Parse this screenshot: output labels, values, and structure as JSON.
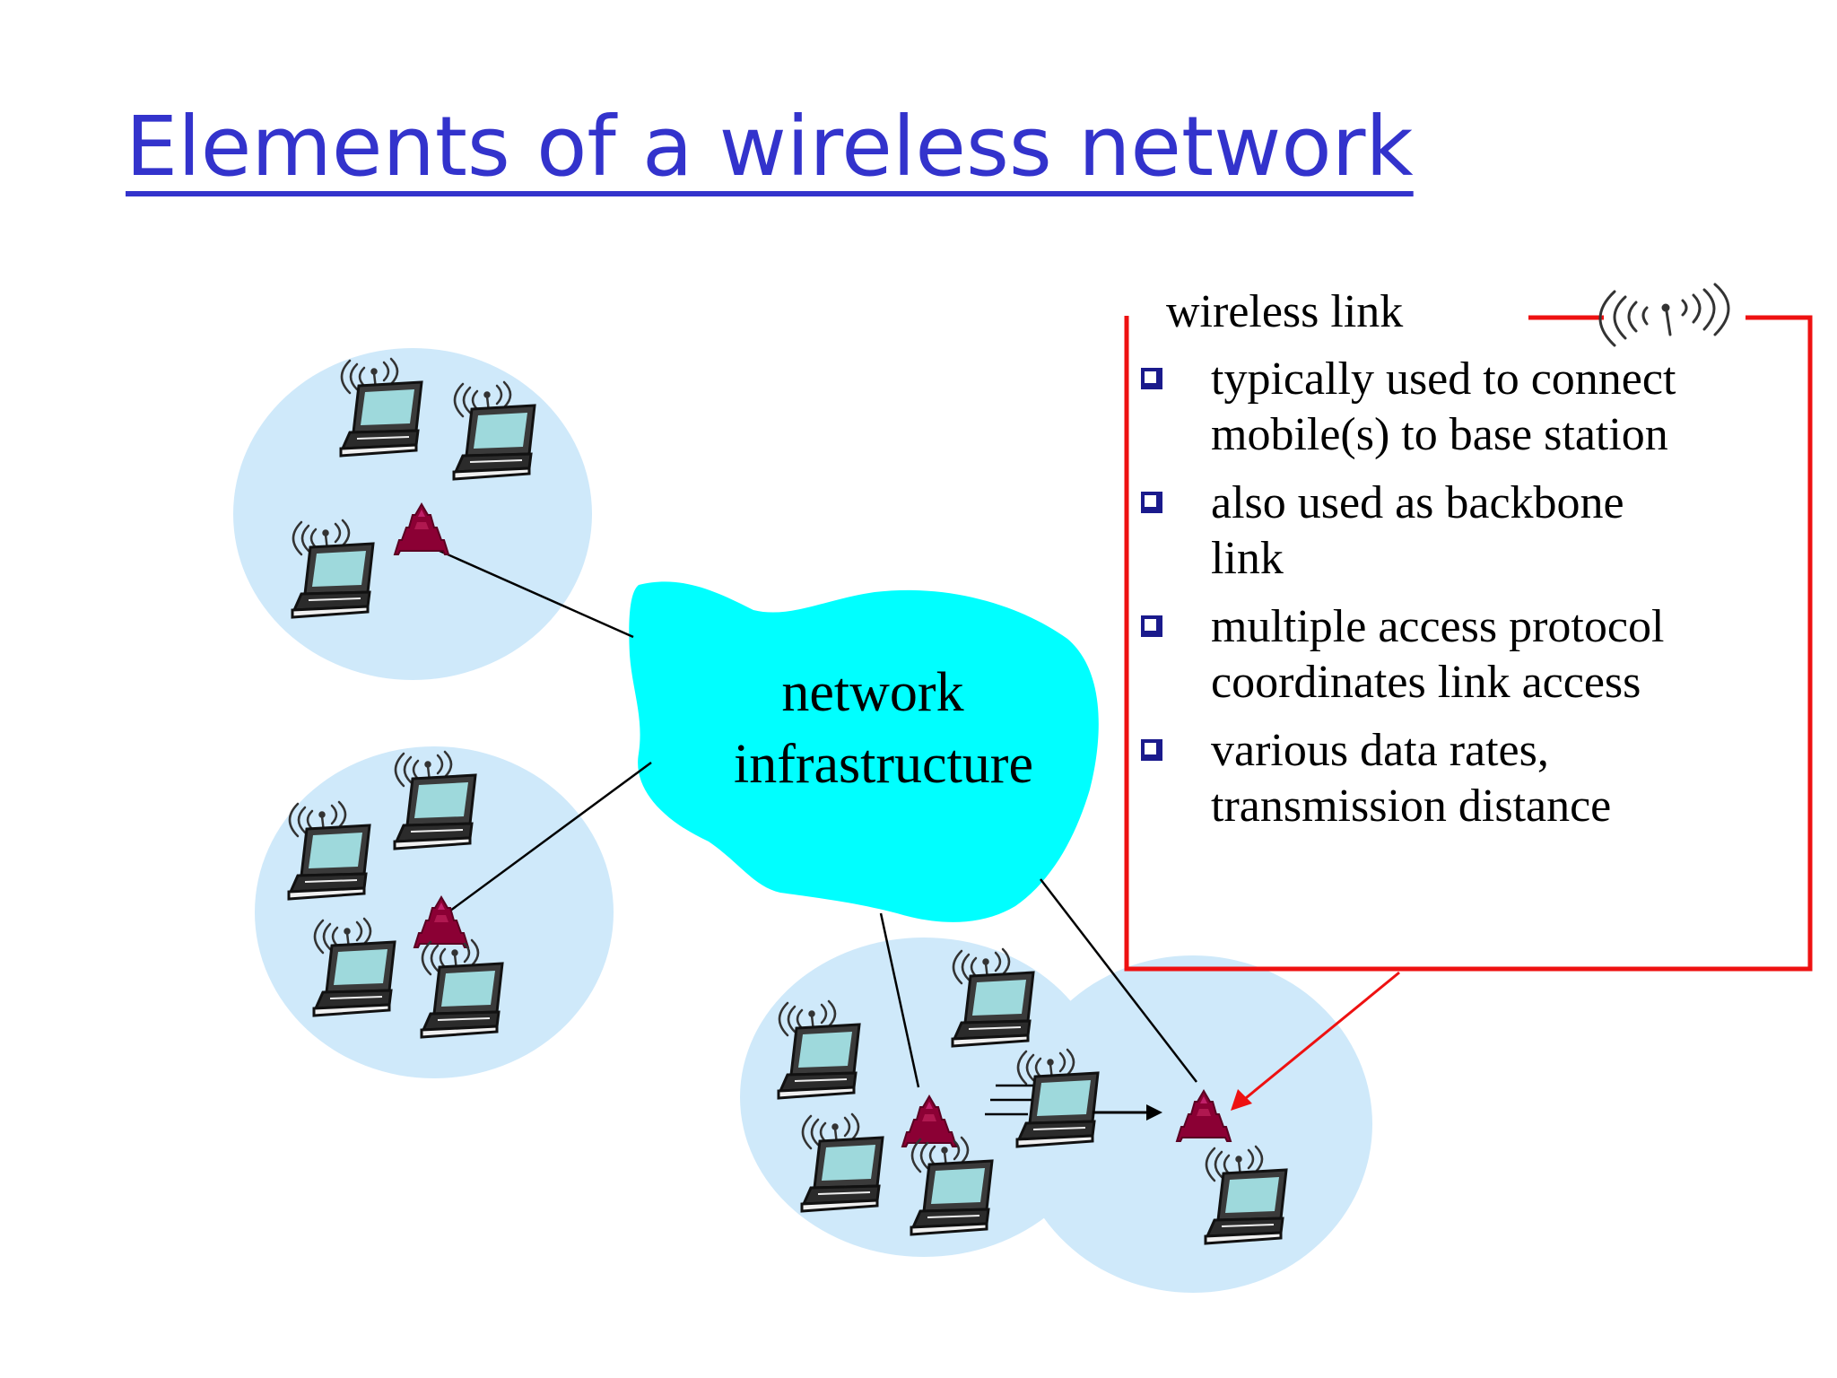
{
  "title": "Elements of a wireless network",
  "cloud_label": [
    "network",
    "infrastructure"
  ],
  "callout": {
    "heading": "wireless link",
    "bullets": [
      [
        "typically used to connect",
        "mobile(s) to base station"
      ],
      [
        "also used as backbone",
        "link"
      ],
      [
        "multiple access protocol",
        "coordinates link access"
      ],
      [
        "various data rates,",
        "transmission distance"
      ]
    ]
  },
  "colors": {
    "title": "#3333cc",
    "cell": "#cfe9fa",
    "cloud": "#00ffff",
    "callout_border": "#ee1111",
    "base_station": "#8b0034",
    "bullet": "#1a1a8c"
  },
  "icons": {
    "base_station": "base-station-icon",
    "laptop": "laptop-icon",
    "signal": "wireless-signal-icon",
    "bullet": "checkbox-bullet-icon"
  }
}
